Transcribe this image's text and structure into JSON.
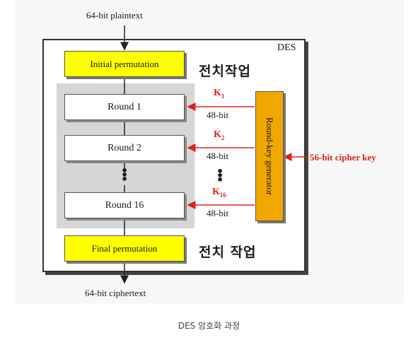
{
  "diagram": {
    "input_label": "64-bit plaintext",
    "output_label": "64-bit ciphertext",
    "frame_label": "DES",
    "initial_permutation": "Initial permutation",
    "final_permutation": "Final permutation",
    "annotation_initial": "전치작업",
    "annotation_final": "전치 작업",
    "rounds": [
      {
        "label": "Round 1",
        "key": "K",
        "key_sub": "1",
        "bits": "48-bit"
      },
      {
        "label": "Round 2",
        "key": "K",
        "key_sub": "2",
        "bits": "48-bit"
      },
      {
        "label": "Round 16",
        "key": "K",
        "key_sub": "16",
        "bits": "48-bit"
      }
    ],
    "key_generator": "Round-key generator",
    "cipher_key": "56-bit cipher key"
  },
  "caption": "DES 암호화 과정",
  "colors": {
    "permutation_fill": "#ffff00",
    "key_generator_fill": "#f0a800",
    "key_arrows": "#e0201a",
    "rounds_panel": "#d6d6d6"
  }
}
